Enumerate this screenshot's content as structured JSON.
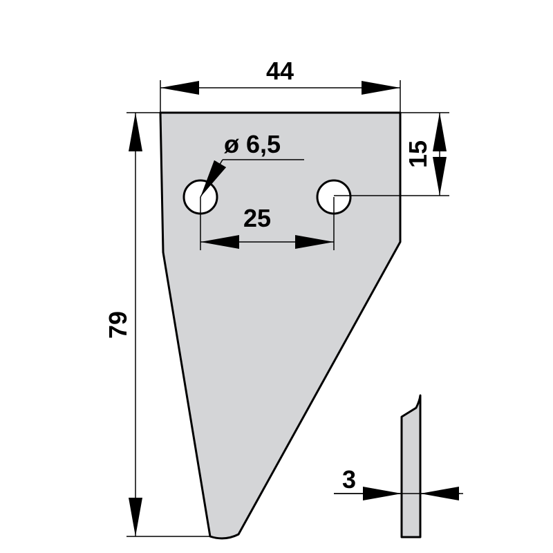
{
  "dimensions": {
    "top_width": "44",
    "overall_height": "79",
    "hole_offset_top": "15",
    "hole_diameter": "ø 6,5",
    "hole_spacing": "25",
    "thickness": "3"
  },
  "colors": {
    "part_fill": "#d4d5d7",
    "line": "#000000",
    "background": "#ffffff"
  }
}
